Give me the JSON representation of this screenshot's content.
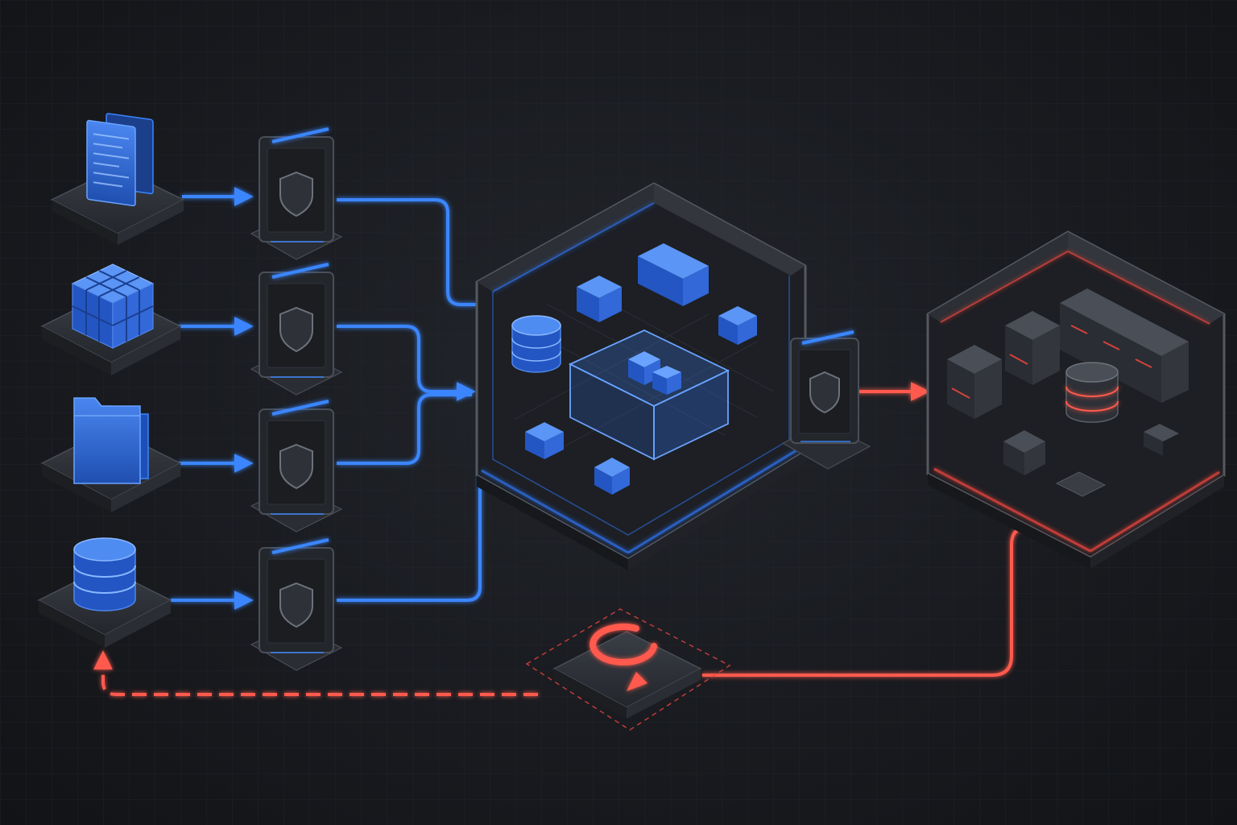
{
  "colors": {
    "background": "#17191d",
    "ingest_accent": "#2f6fe8",
    "ingest_glow": "#3a86ff",
    "recovery_accent": "#e8453c",
    "node_dark": "#2a2d33",
    "node_darker": "#1c1e22",
    "node_edge": "#4a4e57"
  },
  "sources": [
    {
      "id": "source-documents",
      "icon": "document-stack-icon"
    },
    {
      "id": "source-data-blocks",
      "icon": "cube-grid-icon"
    },
    {
      "id": "source-files",
      "icon": "folder-icon"
    },
    {
      "id": "source-database",
      "icon": "database-icon"
    }
  ],
  "gateways": [
    {
      "id": "security-gateway-1",
      "icon": "shield-icon"
    },
    {
      "id": "security-gateway-2",
      "icon": "shield-icon"
    },
    {
      "id": "security-gateway-3",
      "icon": "shield-icon"
    },
    {
      "id": "security-gateway-4",
      "icon": "shield-icon"
    }
  ],
  "primary_site": {
    "id": "primary-data-center",
    "accent": "#2f6fe8",
    "icon": "server-rack-icon"
  },
  "egress_gateway": {
    "id": "egress-security-gateway",
    "icon": "shield-icon"
  },
  "backup_site": {
    "id": "backup-data-center",
    "accent": "#e8453c",
    "icon": "server-rack-icon"
  },
  "restore_node": {
    "id": "restore-sync-node",
    "icon": "refresh-cycle-icon"
  },
  "connections": [
    {
      "from": "source-documents",
      "to": "security-gateway-1",
      "style": "solid",
      "color": "blue"
    },
    {
      "from": "source-data-blocks",
      "to": "security-gateway-2",
      "style": "solid",
      "color": "blue"
    },
    {
      "from": "source-files",
      "to": "security-gateway-3",
      "style": "solid",
      "color": "blue"
    },
    {
      "from": "source-database",
      "to": "security-gateway-4",
      "style": "solid",
      "color": "blue"
    },
    {
      "from": "security-gateway-1",
      "to": "primary-data-center",
      "style": "solid",
      "color": "blue"
    },
    {
      "from": "security-gateway-2",
      "to": "primary-data-center",
      "style": "solid",
      "color": "blue"
    },
    {
      "from": "security-gateway-3",
      "to": "primary-data-center",
      "style": "solid",
      "color": "blue"
    },
    {
      "from": "security-gateway-4",
      "to": "primary-data-center",
      "style": "solid",
      "color": "blue"
    },
    {
      "from": "primary-data-center",
      "to": "egress-security-gateway",
      "style": "solid",
      "color": "blue"
    },
    {
      "from": "egress-security-gateway",
      "to": "backup-data-center",
      "style": "solid",
      "color": "red"
    },
    {
      "from": "restore-sync-node",
      "to": "backup-data-center",
      "style": "solid",
      "color": "red"
    },
    {
      "from": "restore-sync-node",
      "to": "source-database",
      "style": "dashed",
      "color": "red"
    }
  ]
}
